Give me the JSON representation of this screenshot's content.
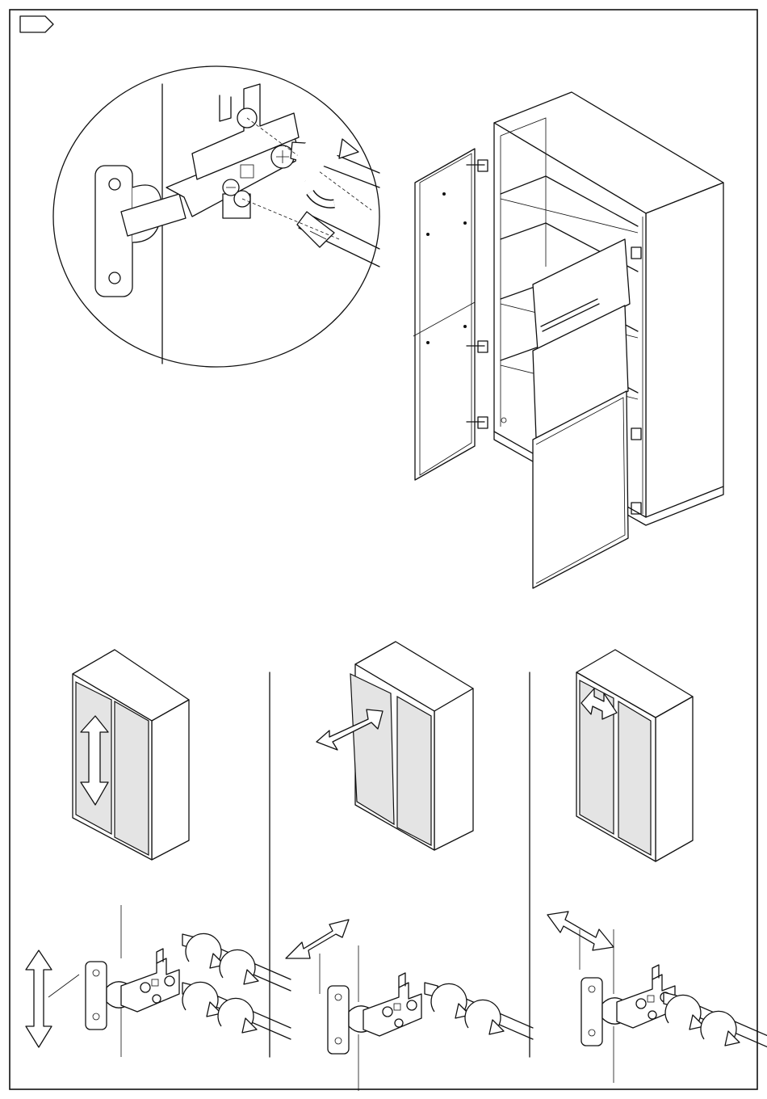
{
  "sheet": {
    "icon": "next-step-arrow-tag-icon",
    "line_color": "#111111",
    "fill_color": "#ffffff"
  },
  "steps": [
    {
      "id": "hinge-detail",
      "icons": [
        "hinge-icon",
        "screwdriver-icon",
        "clockwise-rotation-icon"
      ]
    },
    {
      "id": "door-mounting",
      "icons": [
        "cabinet-icon",
        "door-panel-icon",
        "hinge-icon"
      ]
    },
    {
      "id": "adjust-vertical",
      "icons": [
        "cabinet-icon",
        "vertical-double-arrow-icon",
        "screwdriver-icon"
      ]
    },
    {
      "id": "adjust-depth",
      "icons": [
        "cabinet-icon",
        "diagonal-double-arrow-icon",
        "screwdriver-icon"
      ]
    },
    {
      "id": "adjust-lateral",
      "icons": [
        "cabinet-icon",
        "horizontal-double-arrow-icon",
        "screwdriver-icon"
      ]
    }
  ]
}
